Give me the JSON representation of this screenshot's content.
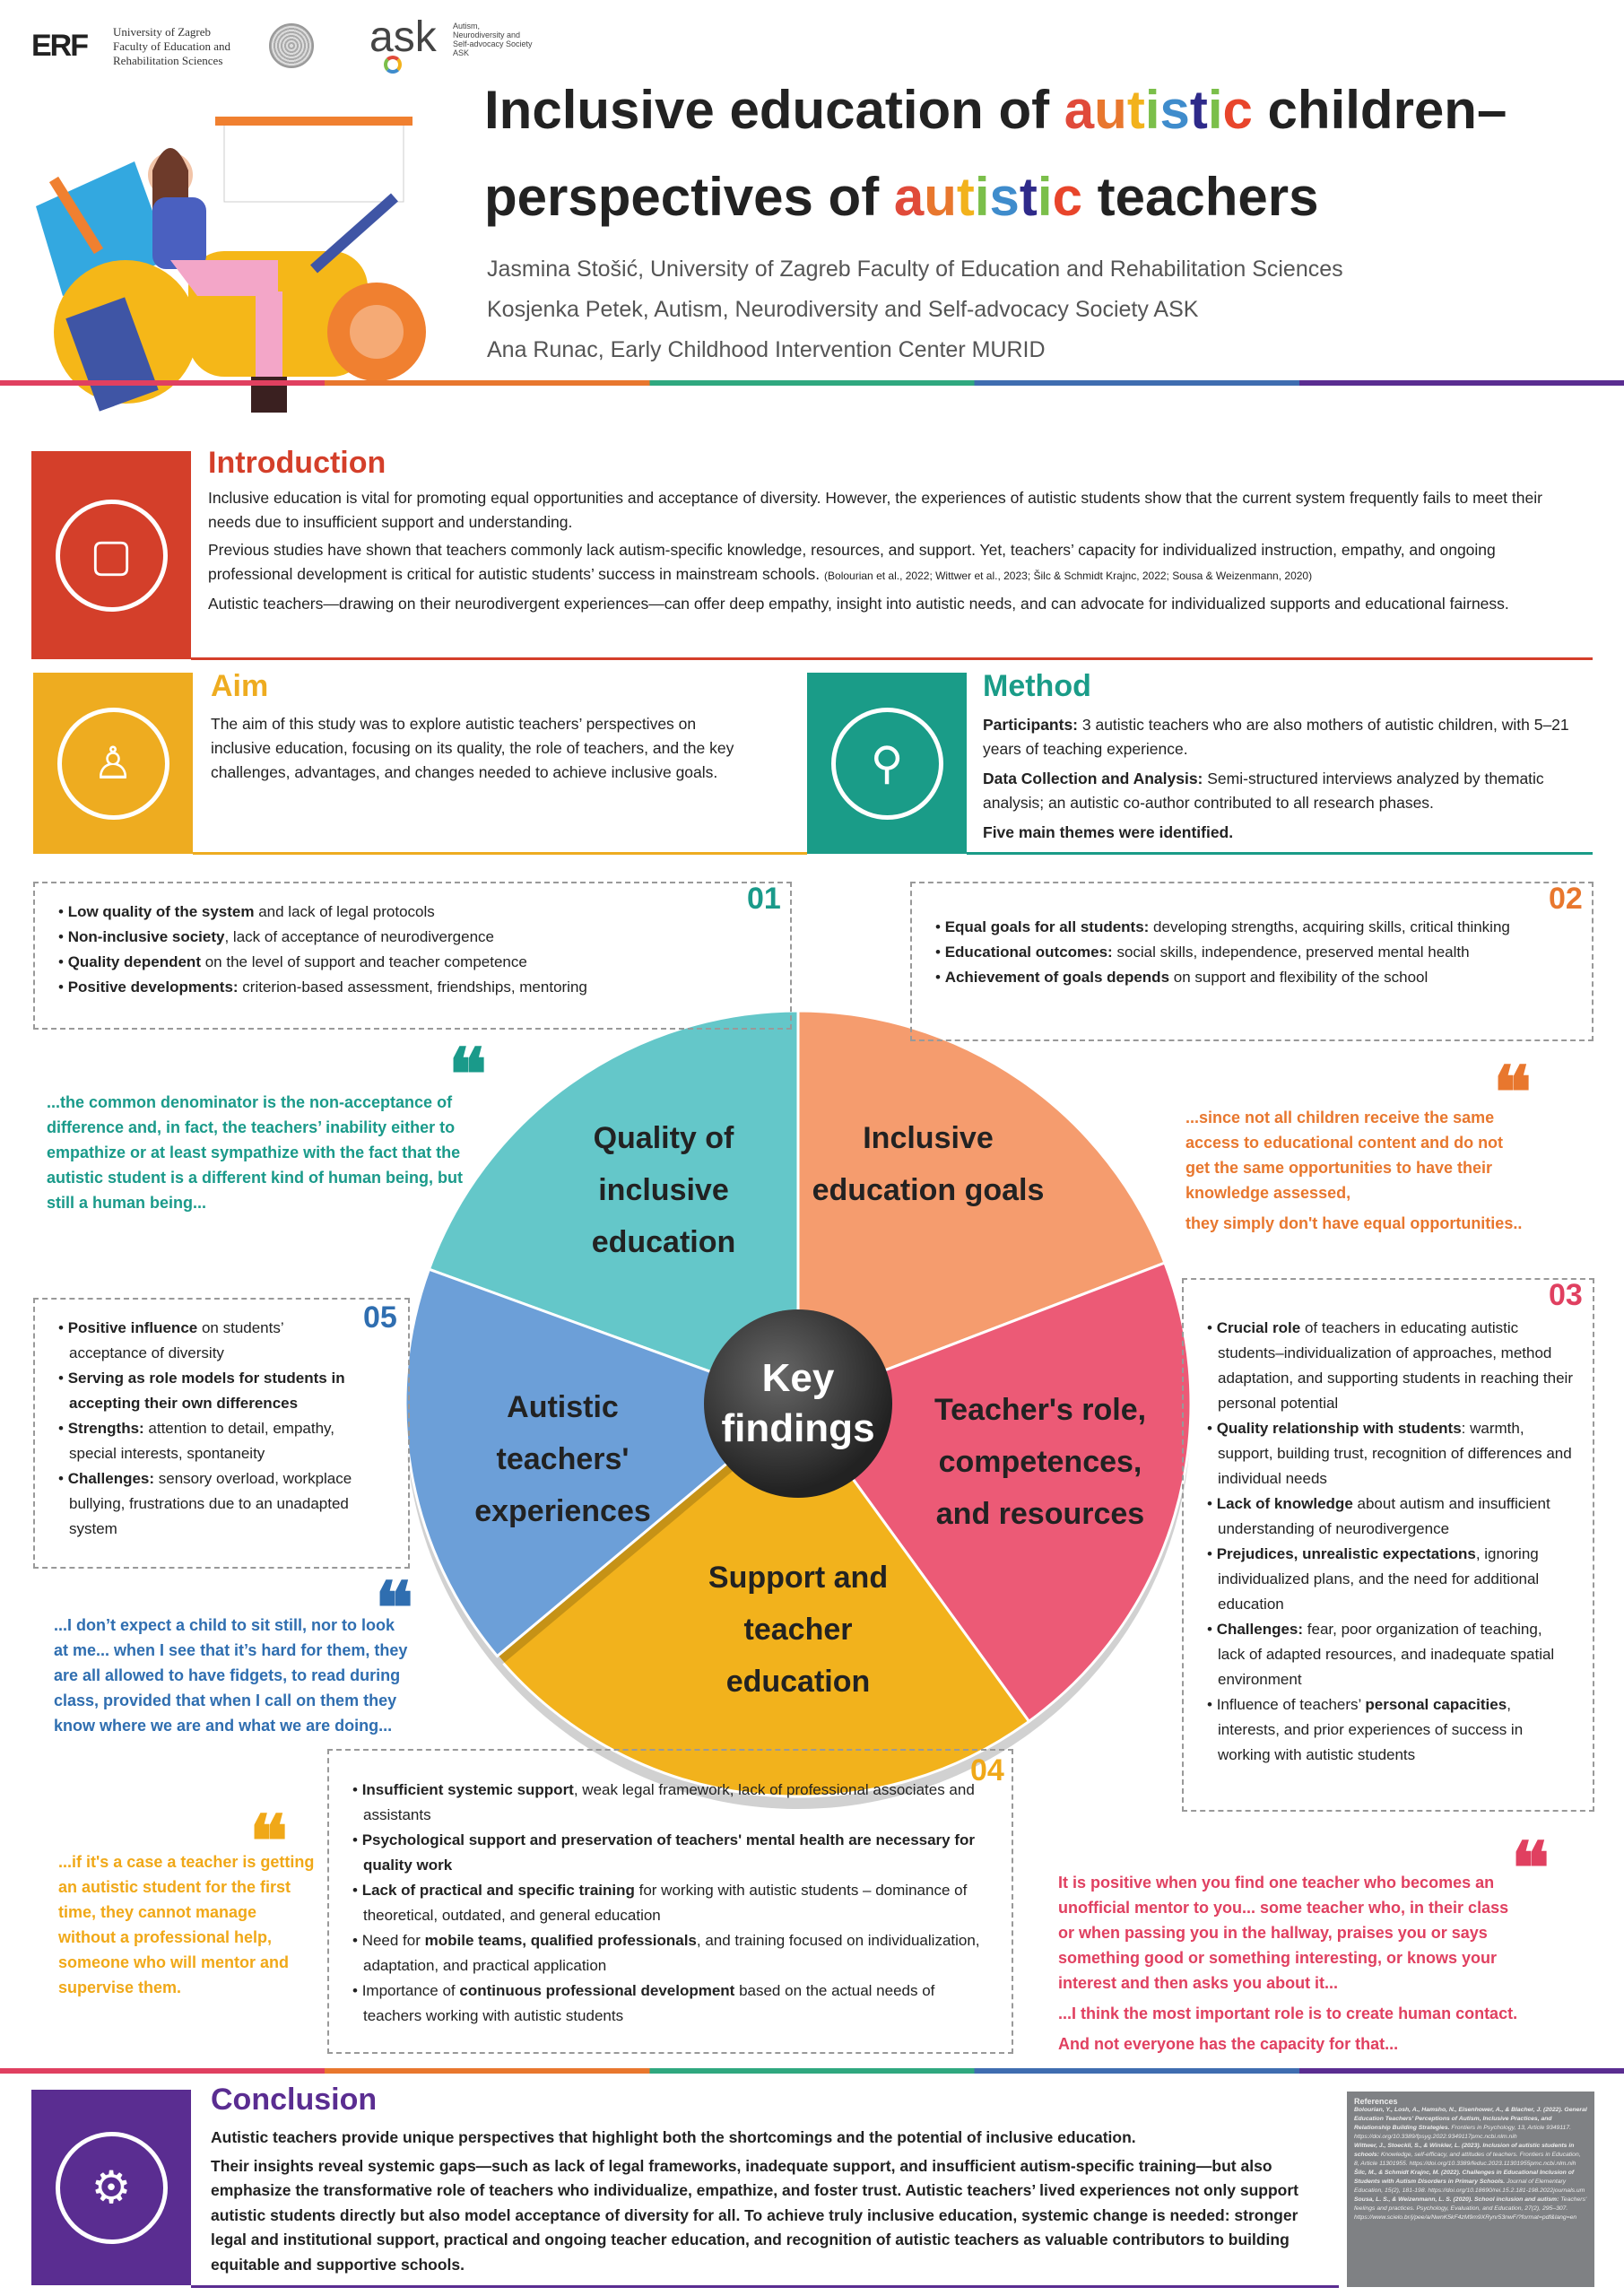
{
  "header": {
    "erf_logo": "ERF",
    "university": [
      "University of Zagreb",
      "Faculty of Education and",
      "Rehabilitation Sciences"
    ],
    "ask_logo": "ask",
    "ask_text": [
      "Autism,",
      "Neurodiversity and",
      "Self-advocacy Society",
      "ASK"
    ],
    "title_line1_pre": "Inclusive education of ",
    "title_line1_post": " children–",
    "title_line2_pre": "perspectives of ",
    "title_line2_post": " teachers",
    "highlight_word": "autistic",
    "rainbow": [
      "#e04a3a",
      "#e8772e",
      "#f2b21c",
      "#7bbf4a",
      "#3f8ccc",
      "#2e2a8a",
      "#7bbf4a",
      "#e8452b"
    ],
    "authors": [
      "Jasmina Stošić, University of Zagreb Faculty of Education and Rehabilitation Sciences",
      "Kosjenka Petek, Autism, Neurodiversity and Self-advocacy Society ASK",
      "Ana Runac, Early Childhood Intervention Center MURID"
    ]
  },
  "introduction": {
    "title": "Introduction",
    "p1": "Inclusive education is vital for promoting equal opportunities and acceptance of diversity. However, the experiences of autistic students show that the current system frequently fails to meet their needs due to insufficient support and understanding.",
    "p2": "Previous studies have shown that teachers commonly lack autism-specific knowledge, resources, and support. Yet, teachers’ capacity for individualized instruction, empathy, and ongoing professional development is critical for autistic students’ success in mainstream schools.",
    "p2_cite": "(Bolourian et al., 2022; Wittwer et al., 2023; Šilc & Schmidt Krajnc, 2022; Sousa & Weizenmann, 2020)",
    "p3": "Autistic teachers—drawing on their neurodivergent experiences—can offer deep empathy, insight into autistic needs, and can advocate for individualized supports and educational fairness."
  },
  "aim": {
    "title": "Aim",
    "text": "The aim of this study was to explore autistic teachers’ perspectives on inclusive education, focusing on its quality, the role of teachers, and the key challenges, advantages, and changes needed to achieve inclusive goals."
  },
  "method": {
    "title": "Method",
    "participants_label": "Participants:",
    "participants": " 3 autistic teachers who are also mothers of autistic children, with 5–21 years of teaching experience.",
    "data_label": "Data Collection and Analysis:",
    "data": " Semi-structured interviews analyzed by thematic analysis; an autistic co-author contributed to all research phases.",
    "themes": "Five main themes were identified."
  },
  "findings": {
    "center": "Key findings",
    "slices": [
      {
        "label": "Quality of inclusive education",
        "color": "#64c7c9"
      },
      {
        "label": "Inclusive education goals",
        "color": "#f59c6e"
      },
      {
        "label": "Teacher's role, competences, and resources",
        "color": "#ec5a76"
      },
      {
        "label": "Support and teacher education",
        "color": "#f2b21c"
      },
      {
        "label": "Autistic teachers' experiences",
        "color": "#6c9fd8"
      }
    ],
    "themes": {
      "t01": {
        "num": "01",
        "items": [
          [
            "Low quality of the system",
            " and lack of legal protocols"
          ],
          [
            "Non-inclusive society",
            ", lack of acceptance of neurodivergence"
          ],
          [
            "Quality dependent",
            " on the level of support and teacher competence"
          ],
          [
            "Positive developments:",
            " criterion-based assessment, friendships, mentoring"
          ]
        ]
      },
      "t02": {
        "num": "02",
        "items": [
          [
            "Equal goals for all students:",
            " developing strengths, acquiring skills, critical thinking"
          ],
          [
            "Educational outcomes:",
            " social skills, independence, preserved mental health"
          ],
          [
            "Achievement of goals depends",
            " on support and flexibility of the school"
          ]
        ]
      },
      "t03": {
        "num": "03",
        "items": [
          [
            "Crucial role",
            " of teachers in educating autistic students–individualization of approaches, method adaptation, and supporting students in reaching their personal potential"
          ],
          [
            "Quality relationship with students",
            ": warmth, support, building trust, recognition of differences and individual needs"
          ],
          [
            "Lack of knowledge",
            " about autism and insufficient understanding of neurodivergence"
          ],
          [
            "Prejudices, unrealistic expectations",
            ", ignoring individualized plans, and the need for additional education"
          ],
          [
            "Challenges:",
            " fear, poor organization of teaching, lack of adapted resources, and inadequate spatial environment"
          ],
          [
            "",
            "Influence of teachers’ ",
            "personal capacities",
            ", interests, and prior experiences of success in working with autistic students"
          ]
        ]
      },
      "t04": {
        "num": "04",
        "items": [
          [
            "Insufficient systemic support",
            ", weak legal framework, lack of professional associates and assistants"
          ],
          [
            "Psychological support and preservation of teachers' mental health are necessary for quality work",
            ""
          ],
          [
            "Lack of practical and specific training",
            " for working with autistic students – dominance of theoretical, outdated, and general education"
          ],
          [
            "",
            "Need for ",
            "mobile teams, qualified professionals",
            ", and training focused on individualization, adaptation, and practical application"
          ],
          [
            "",
            "Importance of ",
            "continuous professional development",
            " based on the actual needs of teachers working with autistic students"
          ]
        ]
      },
      "t05": {
        "num": "05",
        "items": [
          [
            "Positive influence",
            " on students’ acceptance of diversity"
          ],
          [
            "Serving as role models for students in accepting their own differences",
            ""
          ],
          [
            "Strengths:",
            " attention to detail, empathy, special interests, spontaneity"
          ],
          [
            "Challenges:",
            " sensory overload, workplace bullying, frustrations due to an unadapted system"
          ]
        ]
      }
    },
    "quotes": {
      "q1": "...the common denominator is the non-acceptance of difference and, in fact, the teachers’ inability either to empathize or at least sympathize with the fact that the autistic student is a different kind of human being, but still a human being...",
      "q2a": "...since not all children receive the same access to educational content and do not get the same opportunities to have their knowledge assessed,",
      "q2b": "they simply don't have equal opportunities..",
      "q3a": "It is positive when you find one teacher who becomes an unofficial mentor to you... some teacher who, in their class or when passing you in the hallway, praises you or says something good or something interesting, or knows your interest and then asks you about it...",
      "q3b": "...I think the most important role is to create human contact.",
      "q3c": "And not everyone has the capacity for that...",
      "q4": "...if it's a case a teacher is getting an autistic student for the first time, they cannot manage without a professional help, someone who will mentor and supervise them.",
      "q5": "...I don’t expect a child to sit still, nor to look at me... when I see that it’s hard for them, they are all allowed to have fidgets, to read during class, provided that when I call on them they know where we are and what we are doing..."
    }
  },
  "conclusion": {
    "title": "Conclusion",
    "p1": "Autistic teachers provide unique perspectives that highlight both the shortcomings and the potential of inclusive education.",
    "p2": "Their insights reveal systemic gaps—such as lack of legal frameworks, inadequate support, and insufficient autism-specific training—but also emphasize the transformative role of teachers who individualize, empathize, and foster trust. Autistic teachers’ lived experiences not only support autistic students directly but also model acceptance of diversity for all. To achieve truly inclusive education, systemic change is needed: stronger legal and institutional support, practical and ongoing teacher education, and recognition of autistic teachers as valuable contributors to building equitable and supportive schools."
  },
  "references": {
    "title": "References",
    "items": [
      {
        "bold": "Bolourian, Y., Losh, A., Hamsho, N., Eisenhower, A., & Blacher, J. (2022). General Education Teachers' Perceptions of Autism, Inclusive Practices, and Relationship Building Strategies.",
        "rest": " Frontiers in Psychology, 13, Article 9349117. https://doi.org/10.3389/fpsyg.2022.9349117pmc.ncbi.nlm.nih"
      },
      {
        "bold": "Wittwer, J., Stoeckli, S., & Winkler, L. (2023). Inclusion of autistic students in schools:",
        "rest": " Knowledge, self-efficacy, and attitudes of teachers. Frontiers in Education, 8, Article 11301955. https://doi.org/10.3389/feduc.2023.11301955pmc.ncbi.nlm.nih"
      },
      {
        "bold": "Šilc, M., & Schmidt Krajnc, M. (2022). Challenges in Educational Inclusion of Students with Autism Disorders in Primary Schools.",
        "rest": " Journal of Elementary Education, 15(2), 181-198. https://doi.org/10.18690/rei.15.2.181-198.2022journals.um"
      },
      {
        "bold": "Sousa, L. S., & Weizenmann, L. S. (2020). School inclusion and autism:",
        "rest": " Teachers' feelings and practices. Psychology, Evaluation, and Education, 27(2), 295–307. https://www.scielo.br/j/pee/a/NwnK5kF4zM9m9XRynr53nwF/?format=pdf&lang=en"
      }
    ]
  }
}
